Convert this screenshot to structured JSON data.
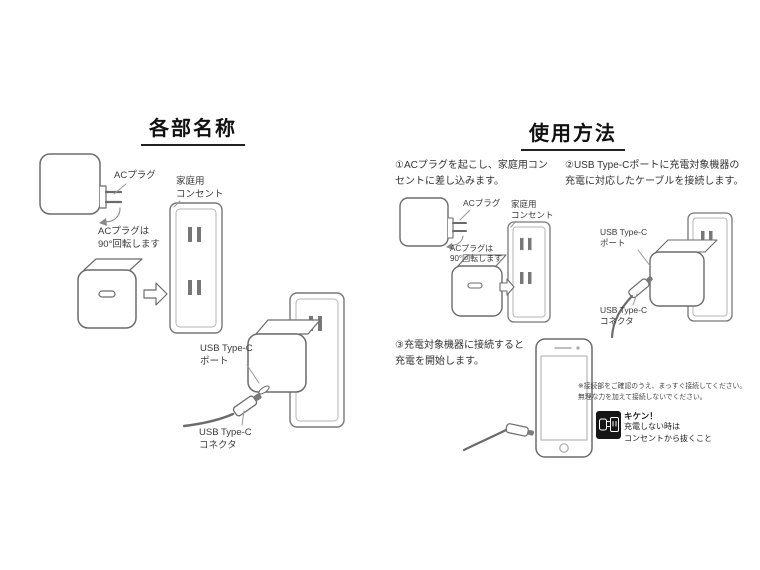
{
  "colors": {
    "line": "#6b6b6b",
    "text": "#333333",
    "warning_bg": "#161616"
  },
  "icons": {
    "insert_arrow": "right-block-arrow",
    "rotation_arrow": "rotate-90-arrow",
    "warning": "unplug-from-outlet-icon"
  },
  "parts": {
    "title": "各部名称",
    "ac_plug": "ACプラグ",
    "ac_plug_rotation": "ACプラグは\n90°回転します",
    "household_outlet": "家庭用\nコンセント",
    "usb_c_port": "USB Type-C\nポート",
    "usb_c_connector": "USB Type-C\nコネクタ"
  },
  "usage": {
    "title": "使用方法",
    "steps": [
      "①ACプラグを起こし、家庭用コン\nセントに差し込みます。",
      "②USB Type-Cポートに充電対象機器の\n充電に対応したケーブルを接続します。",
      "③充電対象機器に接続すると\n充電を開始します。"
    ],
    "ac_plug": "ACプラグ",
    "ac_plug_rotation": "ACプラグは\n90°回転します",
    "household_outlet": "家庭用\nコンセント",
    "usb_c_port": "USB Type-C\nポート",
    "usb_c_connector": "USB Type-C\nコネクタ",
    "note": "※接続部をご確認のうえ、まっすぐ接続してください。\n無理な力を加えて接続しないでください。",
    "warning_title": "キケン！",
    "warning_body": "充電しない時は\nコンセントから抜くこと"
  }
}
